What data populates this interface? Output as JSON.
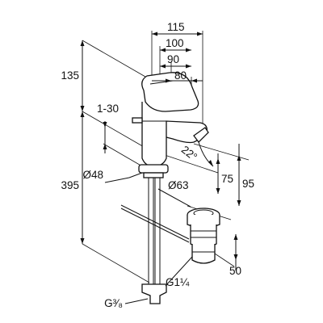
{
  "dimensions": {
    "w115": "115",
    "w100": "100",
    "w90": "90",
    "w80": "80",
    "h135": "135",
    "h395": "395",
    "range": "1-30",
    "angle": "22°",
    "h75": "75",
    "h95": "95",
    "d48": "Ø48",
    "d63": "Ø63",
    "h50": "50",
    "g1": "G1¼",
    "g38": "G³⁄₈"
  },
  "colors": {
    "line": "#111111",
    "background": "#ffffff"
  }
}
